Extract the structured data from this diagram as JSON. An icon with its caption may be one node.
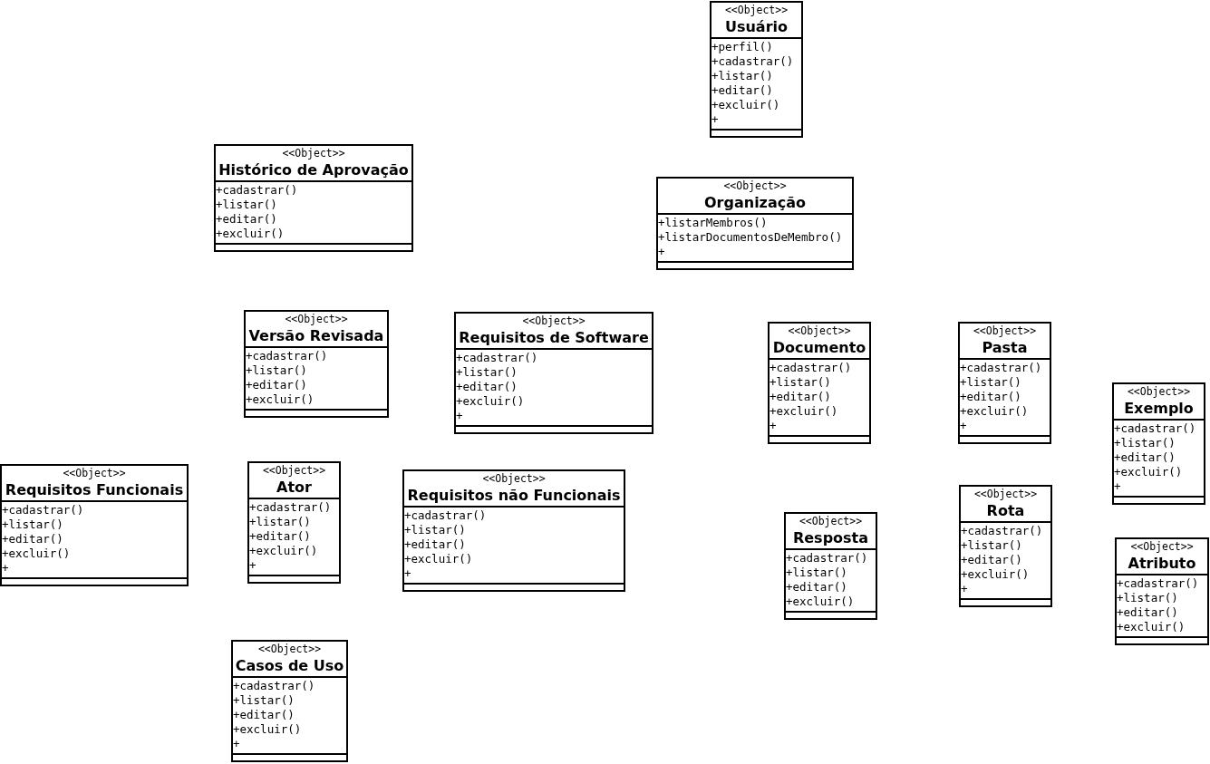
{
  "diagram": {
    "nodes": [
      {
        "text": [
          "<<Object>>",
          "Usuário",
          "+perfil()",
          "+cadastrar()",
          "+listar()",
          "+editar()",
          "+excluir()",
          "+"
        ]
      },
      {
        "text": [
          "<<Object>>",
          "Histórico de Aprovação",
          "+cadastrar()",
          "+listar()",
          "+editar()",
          "+excluir()"
        ]
      },
      {
        "text": [
          "<<Object>>",
          "Organização",
          "+listarMembros()",
          "+listarDocumentosDeMembro()",
          "+"
        ]
      },
      {
        "text": [
          "<<Object>>",
          "Versão Revisada",
          "+cadastrar()",
          "+listar()",
          "+editar()",
          "+excluir()"
        ]
      },
      {
        "text": [
          "<<Object>>",
          "Requisitos de Software",
          "+cadastrar()",
          "+listar()",
          "+editar()",
          "+excluir()",
          "+"
        ]
      },
      {
        "text": [
          "<<Object>>",
          "Documento",
          "+cadastrar()",
          "+listar()",
          "+editar()",
          "+excluir()",
          "+"
        ]
      },
      {
        "text": [
          "<<Object>>",
          "Pasta",
          "+cadastrar()",
          "+listar()",
          "+editar()",
          "+excluir()",
          "+"
        ]
      },
      {
        "text": [
          "<<Object>>",
          "Exemplo",
          "+cadastrar()",
          "+listar()",
          "+editar()",
          "+excluir()",
          "+"
        ]
      },
      {
        "text": [
          "<<Object>>",
          "Ator",
          "+cadastrar()",
          "+listar()",
          "+editar()",
          "+excluir()",
          "+"
        ]
      },
      {
        "text": [
          "<<Object>>",
          "Requisitos Funcionais",
          "+cadastrar()",
          "+listar()",
          "+editar()",
          "+excluir()",
          "+"
        ]
      },
      {
        "text": [
          "<<Object>>",
          "Requisitos não Funcionais",
          "+cadastrar()",
          "+listar()",
          "+editar()",
          "+excluir()",
          "+"
        ]
      },
      {
        "text": [
          "<<Object>>",
          "Rota",
          "+cadastrar()",
          "+listar()",
          "+editar()",
          "+excluir()",
          "+"
        ]
      },
      {
        "text": [
          "<<Object>>",
          "Resposta",
          "+cadastrar()",
          "+listar()",
          "+editar()",
          "+excluir()"
        ]
      },
      {
        "text": [
          "<<Object>>",
          "Atributo",
          "+cadastrar()",
          "+listar()",
          "+editar()",
          "+excluir()"
        ]
      },
      {
        "text": [
          "<<Object>>",
          "Casos de Uso",
          "+cadastrar()",
          "+listar()",
          "+editar()",
          "+excluir()",
          "+"
        ]
      }
    ]
  }
}
